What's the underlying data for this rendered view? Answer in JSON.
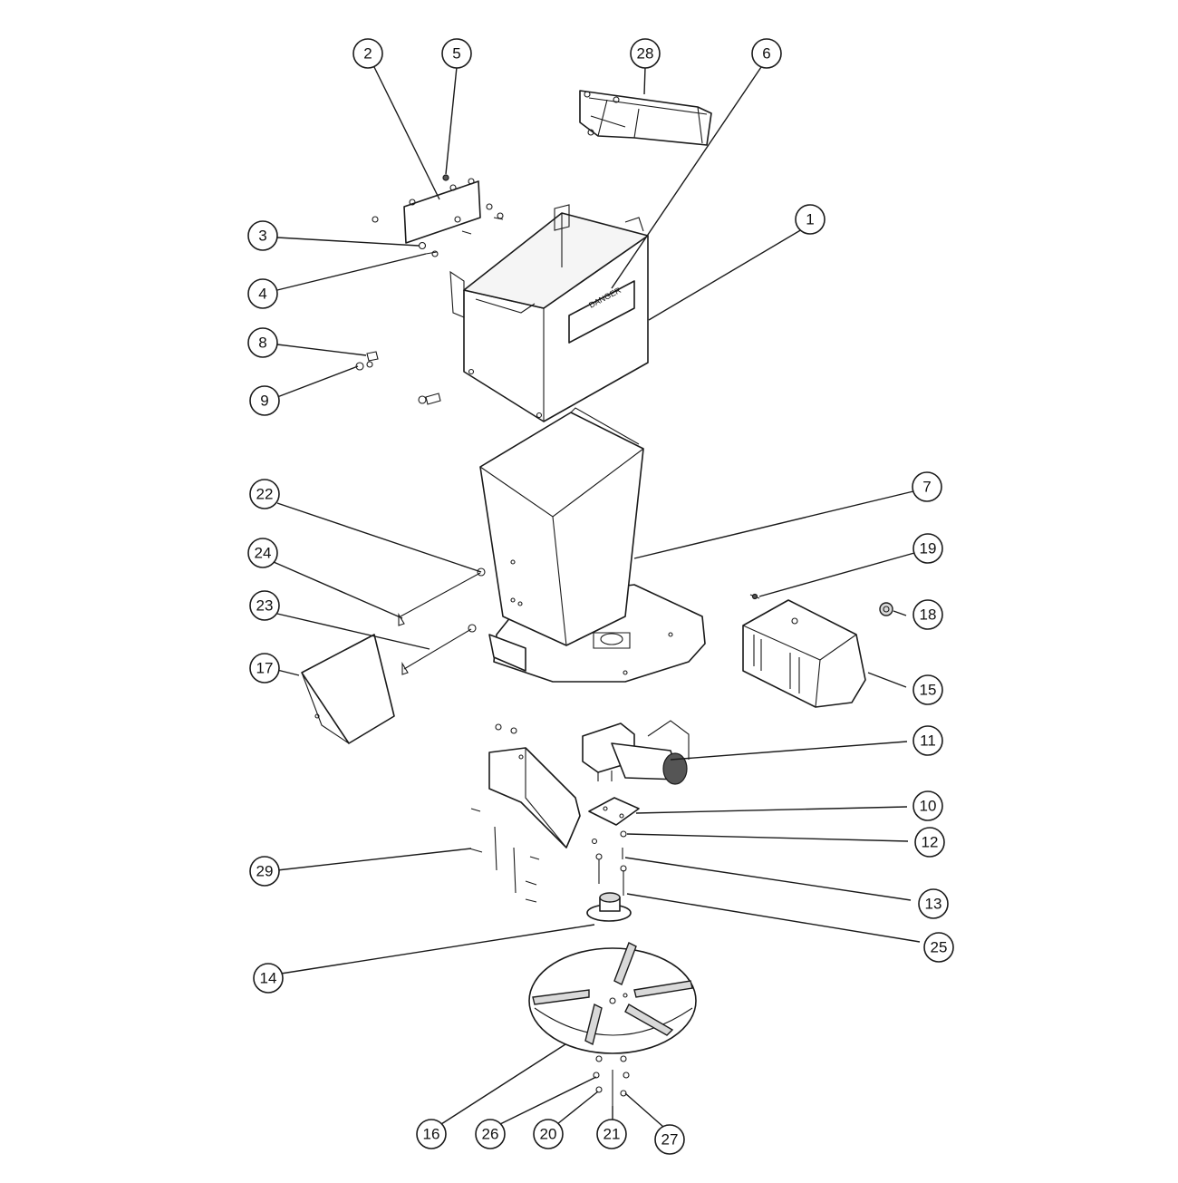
{
  "diagram": {
    "decal_text": "DANGER",
    "callouts": [
      "1",
      "2",
      "3",
      "4",
      "5",
      "6",
      "7",
      "8",
      "9",
      "10",
      "11",
      "12",
      "13",
      "14",
      "15",
      "16",
      "17",
      "18",
      "19",
      "20",
      "21",
      "22",
      "23",
      "24",
      "25",
      "26",
      "27",
      "28",
      "29"
    ]
  }
}
